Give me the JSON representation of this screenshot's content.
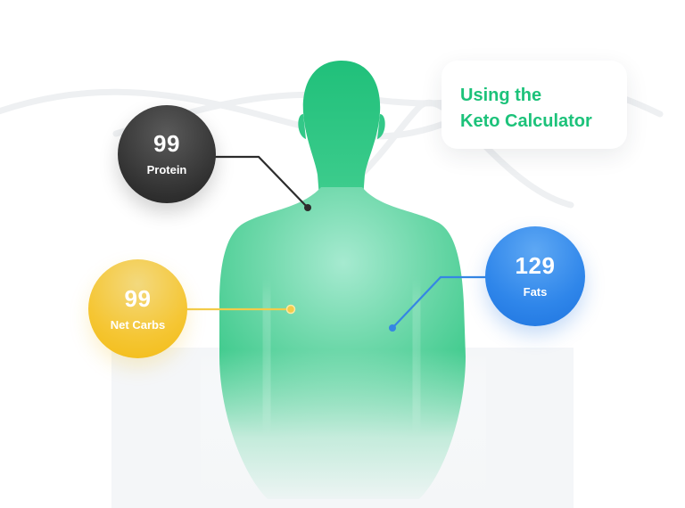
{
  "title": {
    "line1": "Using the",
    "line2": "Keto Calculator"
  },
  "macros": {
    "protein": {
      "value": "99",
      "label": "Protein",
      "color": "#2e2e2e"
    },
    "net_carbs": {
      "value": "99",
      "label": "Net Carbs",
      "color": "#f5c634"
    },
    "fats": {
      "value": "129",
      "label": "Fats",
      "color": "#2f86ea"
    }
  },
  "colors": {
    "accent": "#1cc27a",
    "body_top": "#22c27c",
    "body_center": "#8fe3bf",
    "background_panel": "#f4f6f8"
  },
  "icons": {
    "figure": "human-torso-silhouette"
  }
}
